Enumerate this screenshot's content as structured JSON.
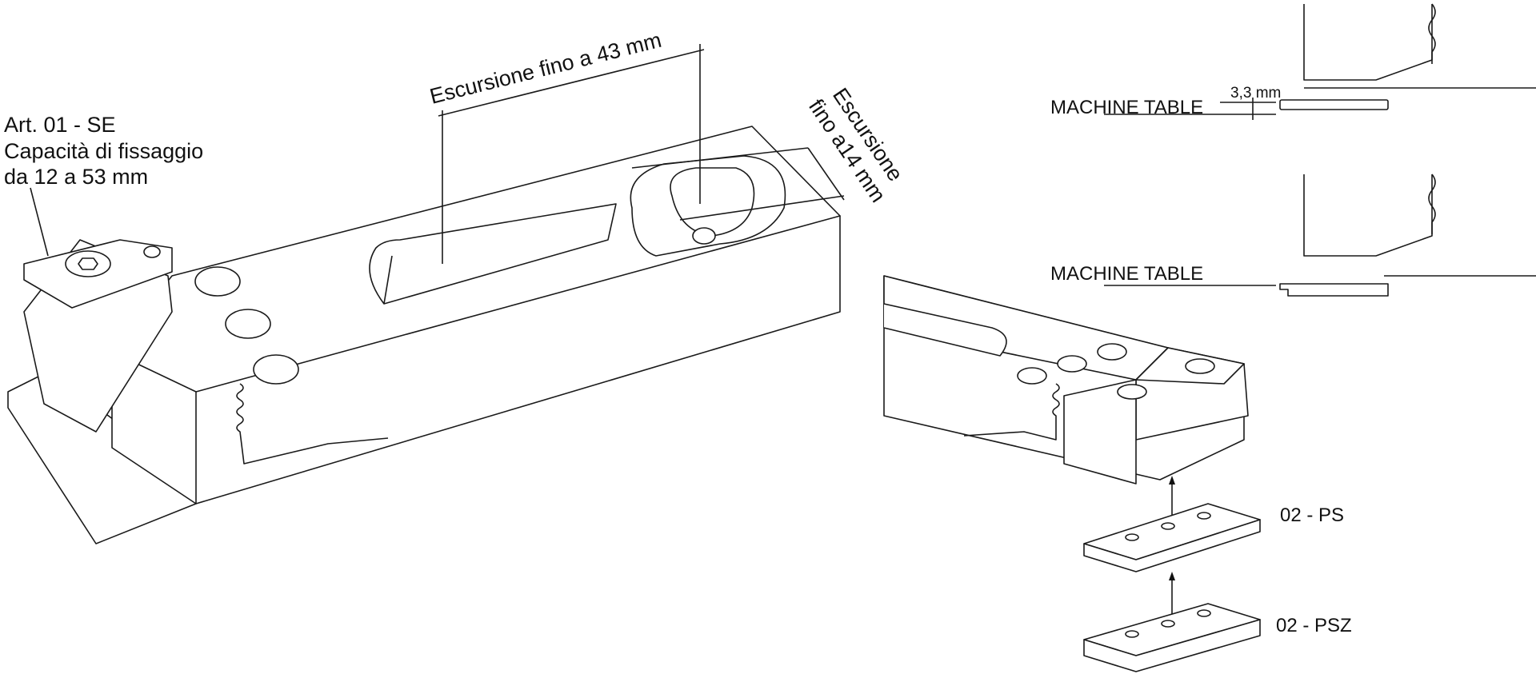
{
  "left_drawing": {
    "article_label": "Art. 01 - SE",
    "capacity_line1": "Capacità di fissaggio",
    "capacity_line2": "da 12 a 53 mm",
    "travel_long": "Escursione fino a 43 mm",
    "travel_short_line1": "Escursione",
    "travel_short_line2": "fino a14 mm"
  },
  "right_drawing": {
    "machine_table_top": "MACHINE TABLE",
    "offset_dimension": "3,3 mm",
    "machine_table_bottom": "MACHINE TABLE",
    "plate_ps": "02 - PS",
    "plate_psz": "02 - PSZ"
  }
}
